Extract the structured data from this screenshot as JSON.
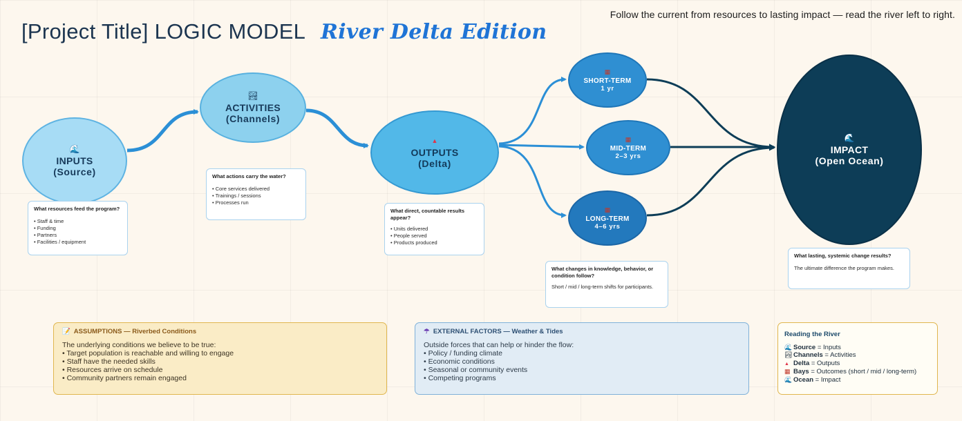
{
  "header": {
    "tagline": "Follow the current from resources to lasting impact — read the river left to right.",
    "title": "[Project Title] LOGIC MODEL",
    "edition": "River Delta Edition"
  },
  "colors": {
    "edition_blue": "#1f74d6",
    "flow_arrow": "#2b8fd6",
    "impact_dark": "#0d3d57",
    "assumptions_bg": "#faecc6",
    "external_bg": "#e1ecf5"
  },
  "nodes": {
    "inputs": {
      "icon": "🌊",
      "icon_name": "wave-icon",
      "label": "INPUTS",
      "sub": "(Source)"
    },
    "activities": {
      "icon": "🏞",
      "icon_name": "river-icon",
      "label": "ACTIVITIES",
      "sub": "(Channels)"
    },
    "outputs": {
      "icon": "▲",
      "icon_name": "delta-triangle-icon",
      "label": "OUTPUTS",
      "sub": "(Delta)"
    },
    "short": {
      "icon": "▦",
      "icon_name": "bay-icon",
      "label": "SHORT-TERM",
      "sub": "1 yr"
    },
    "mid": {
      "icon": "▦",
      "icon_name": "bay-icon",
      "label": "MID-TERM",
      "sub": "2–3 yrs"
    },
    "long": {
      "icon": "▦",
      "icon_name": "bay-icon",
      "label": "LONG-TERM",
      "sub": "4–6 yrs"
    },
    "impact": {
      "icon": "🌊",
      "icon_name": "ocean-icon",
      "label": "IMPACT",
      "sub": "(Open Ocean)"
    }
  },
  "notes": {
    "inputs": {
      "question": "What resources feed the program?",
      "items": [
        "Staff & time",
        "Funding",
        "Partners",
        "Facilities / equipment"
      ]
    },
    "activities": {
      "question": "What actions carry the water?",
      "items": [
        "Core services delivered",
        "Trainings / sessions",
        "Processes run"
      ]
    },
    "outputs": {
      "question": "What direct, countable results appear?",
      "items": [
        "Units delivered",
        "People served",
        "Products produced"
      ]
    },
    "outcomes": {
      "question": "What changes in knowledge, behavior, or condition follow?",
      "text": "Short / mid / long-term shifts for participants."
    },
    "impact": {
      "question": "What lasting, systemic change results?",
      "text": "The ultimate difference the program makes."
    }
  },
  "panels": {
    "assumptions": {
      "icon": "📝",
      "icon_name": "memo-icon",
      "heading": "ASSUMPTIONS — Riverbed Conditions",
      "intro": "The underlying conditions we believe to be true:",
      "items": [
        "Target population is reachable and willing to engage",
        "Staff have the needed skills",
        "Resources arrive on schedule",
        "Community partners remain engaged"
      ]
    },
    "external": {
      "icon": "☂",
      "icon_name": "weather-icon",
      "heading": "EXTERNAL FACTORS — Weather & Tides",
      "intro": "Outside forces that can help or hinder the flow:",
      "items": [
        "Policy / funding climate",
        "Economic conditions",
        "Seasonal or community events",
        "Competing programs"
      ]
    },
    "legend": {
      "heading": "Reading the River",
      "rows": [
        {
          "icon": "🌊",
          "key": "Source",
          "value": " = Inputs"
        },
        {
          "icon": "🏞",
          "key": "Channels",
          "value": " = Activities"
        },
        {
          "icon": "▲",
          "key": "Delta",
          "value": " = Outputs"
        },
        {
          "icon": "▦",
          "key": "Bays",
          "value": " = Outcomes (short / mid / long-term)"
        },
        {
          "icon": "🌊",
          "key": "Ocean",
          "value": " = Impact"
        }
      ]
    }
  }
}
